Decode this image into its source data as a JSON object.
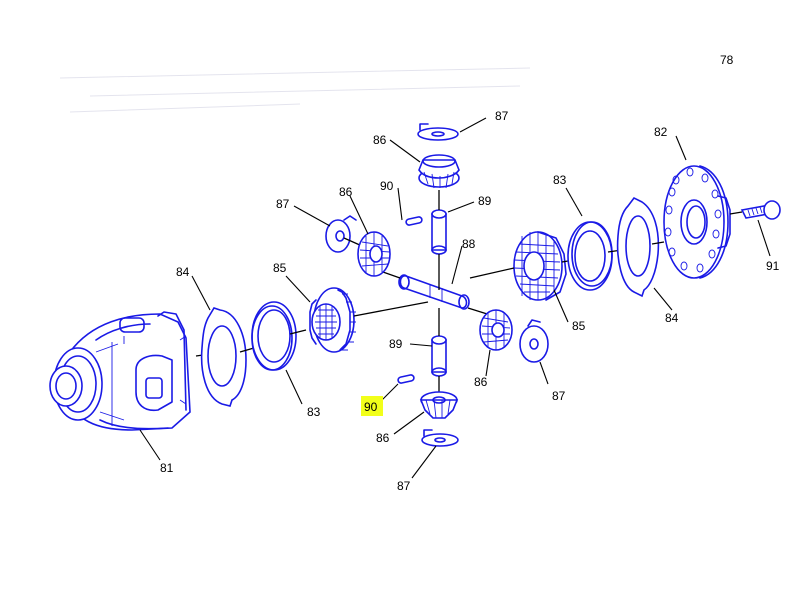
{
  "corner_text": "78",
  "highlight_color": "#f2ff1a",
  "line_color": "#1a1ae6",
  "callouts": [
    {
      "id": "c82",
      "text": "82"
    },
    {
      "id": "c83a",
      "text": "83"
    },
    {
      "id": "c83b",
      "text": "83"
    },
    {
      "id": "c84a",
      "text": "84"
    },
    {
      "id": "c84b",
      "text": "84"
    },
    {
      "id": "c85a",
      "text": "85"
    },
    {
      "id": "c85b",
      "text": "85"
    },
    {
      "id": "c86a",
      "text": "86"
    },
    {
      "id": "c86b",
      "text": "86"
    },
    {
      "id": "c86c",
      "text": "86"
    },
    {
      "id": "c86d",
      "text": "86"
    },
    {
      "id": "c87a",
      "text": "87"
    },
    {
      "id": "c87b",
      "text": "87"
    },
    {
      "id": "c87c",
      "text": "87"
    },
    {
      "id": "c87d",
      "text": "87"
    },
    {
      "id": "c88",
      "text": "88"
    },
    {
      "id": "c89a",
      "text": "89"
    },
    {
      "id": "c89b",
      "text": "89"
    },
    {
      "id": "c90a",
      "text": "90"
    },
    {
      "id": "c90b",
      "text": "90",
      "highlighted": true
    },
    {
      "id": "c81",
      "text": "81"
    },
    {
      "id": "c91",
      "text": "91"
    }
  ]
}
